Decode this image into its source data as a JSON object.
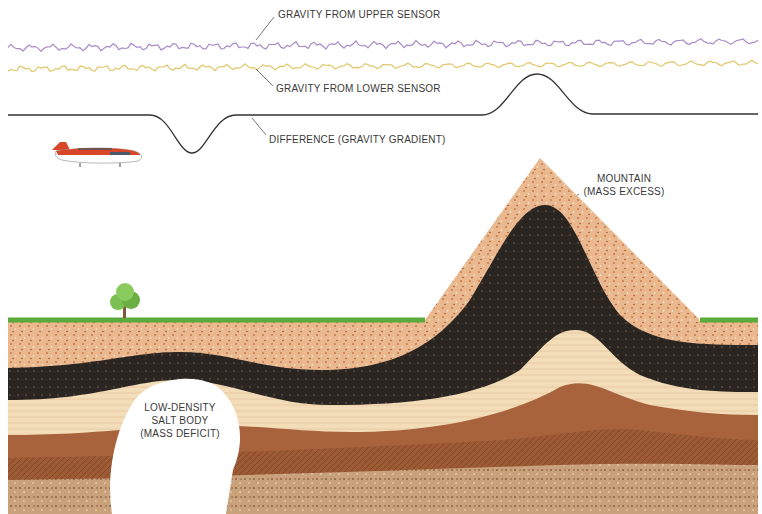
{
  "diagram": {
    "labels": [
      "GRAVITY FROM UPPER SENSOR",
      "GRAVITY FROM LOWER SENSOR",
      "DIFFERENCE (GRAVITY GRADIENT)",
      "MOUNTAIN (MASS EXCESS)",
      "LOW-DENSITY SALT BODY (MASS DEFICIT)"
    ]
  }
}
